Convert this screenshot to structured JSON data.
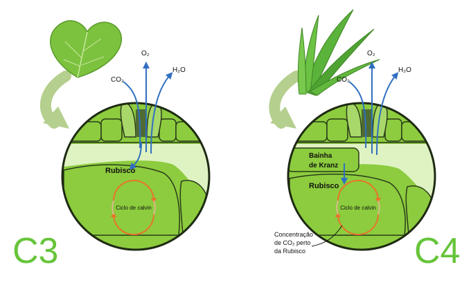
{
  "c3": {
    "title": "C3",
    "co2": "CO₂",
    "o2": "O₂",
    "h2o": "H₂O",
    "rubisco": "Rubisco",
    "cycle": "Ciclo de calvin"
  },
  "c4": {
    "title": "C4",
    "co2": "CO₂",
    "o2": "O₂",
    "h2o": "H₂O",
    "kranz_line1": "Bainha",
    "kranz_line2": "de Kranz",
    "rubisco": "Rubisco",
    "cycle": "Ciclo de calvin",
    "note_line1": "Concentração",
    "note_line2": "de CO₂ perto",
    "note_line3": "da Rubisco"
  },
  "colors": {
    "cell_green": "#8ccc3e",
    "pale_green": "#dff2c2",
    "dark_stoma": "#4e6b33",
    "arrow_blue": "#2f6fc0",
    "curve_arrow": "#b5cf8e",
    "title_green": "#66c43a",
    "cycle_orange": "#e8742c",
    "cycle_tan": "#d9b98a"
  }
}
